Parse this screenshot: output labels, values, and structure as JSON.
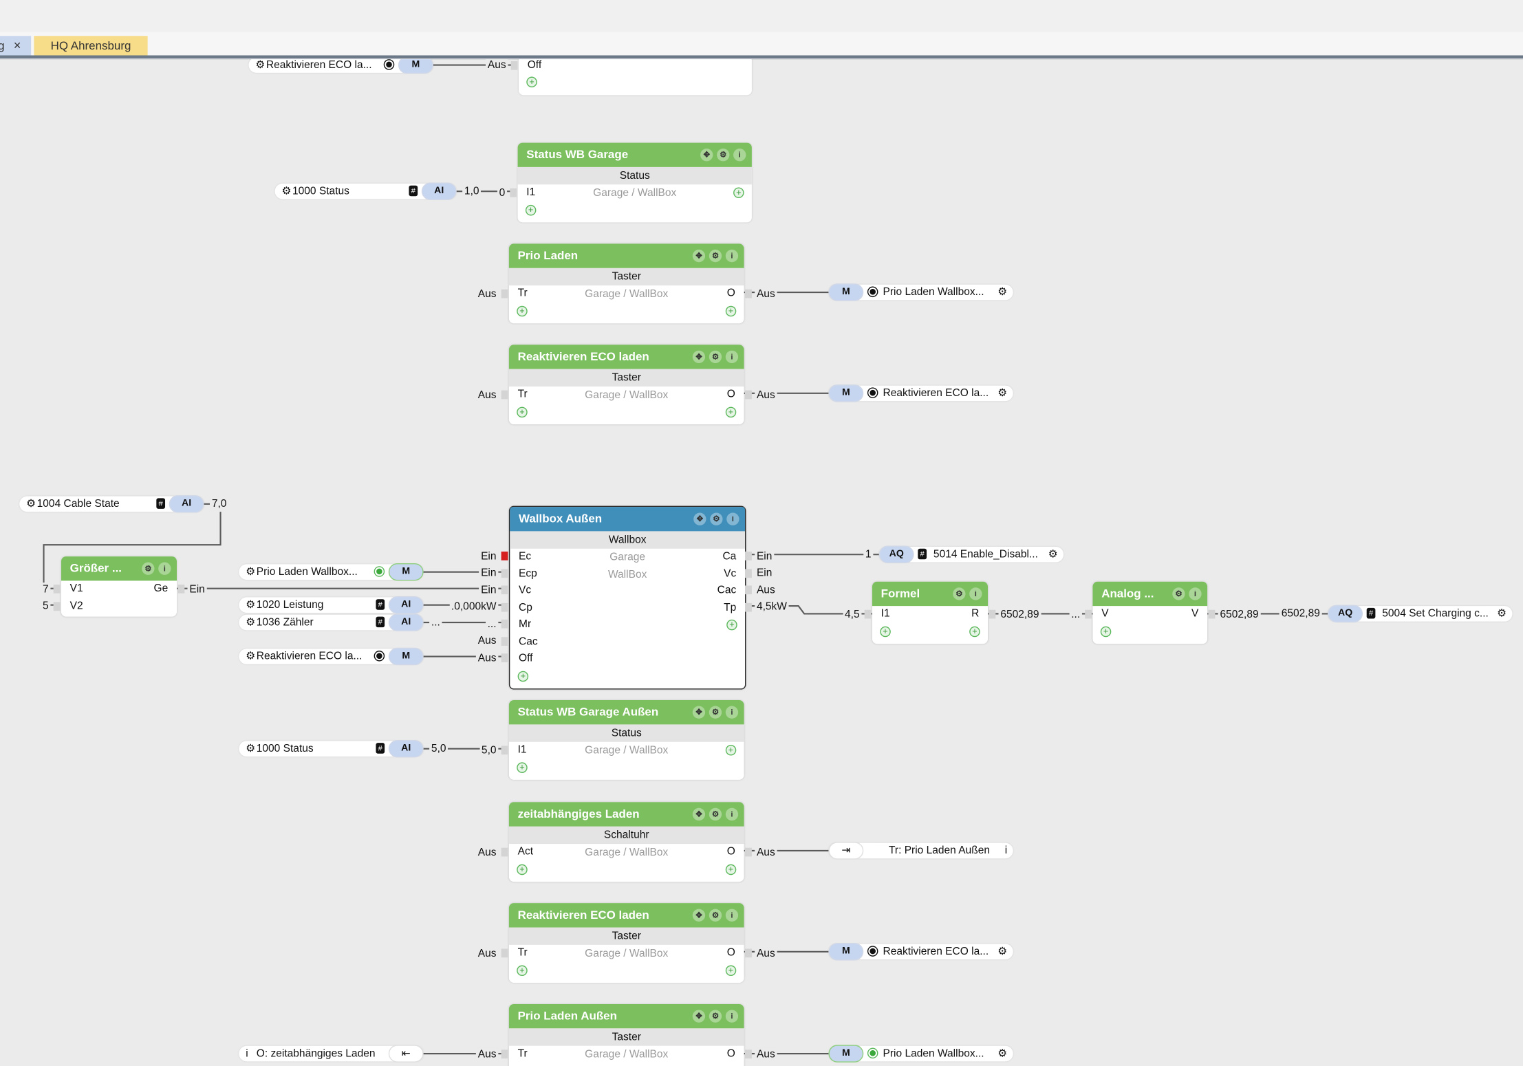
{
  "tabs": [
    {
      "label": "g",
      "close": "×"
    },
    {
      "label": "HQ Ahrensburg"
    }
  ],
  "blocks": [
    {
      "title": "",
      "type": "",
      "center": [],
      "inputs": [
        {
          "name": "Off",
          "value": "Aus"
        }
      ],
      "outputs": []
    },
    {
      "title": "Status WB Garage",
      "type": "Status",
      "center": [
        "Garage / WallBox"
      ],
      "inputs": [
        {
          "name": "I1",
          "value": "0"
        }
      ],
      "outputs": []
    },
    {
      "title": "Prio Laden",
      "type": "Taster",
      "center": [
        "Garage / WallBox"
      ],
      "inputs": [
        {
          "name": "Tr",
          "value": "Aus"
        }
      ],
      "outputs": [
        {
          "name": "O",
          "value": "Aus"
        }
      ]
    },
    {
      "title": "Reaktivieren ECO laden",
      "type": "Taster",
      "center": [
        "Garage / WallBox"
      ],
      "inputs": [
        {
          "name": "Tr",
          "value": "Aus"
        }
      ],
      "outputs": [
        {
          "name": "O",
          "value": "Aus"
        }
      ]
    },
    {
      "title": "Wallbox Außen",
      "type": "Wallbox",
      "center": [
        "Garage",
        "WallBox"
      ],
      "inputs": [
        {
          "name": "Ec",
          "value": "Ein"
        },
        {
          "name": "Ecp",
          "value": "Ein"
        },
        {
          "name": "Vc",
          "value": "Ein"
        },
        {
          "name": "Cp",
          "value": ".0,000kW"
        },
        {
          "name": "Mr",
          "value": "..."
        },
        {
          "name": "Cac",
          "value": "Aus"
        },
        {
          "name": "Off",
          "value": "Aus"
        }
      ],
      "outputs": [
        {
          "name": "Ca",
          "value": "Ein"
        },
        {
          "name": "Vc",
          "value": "Ein"
        },
        {
          "name": "Cac",
          "value": "Aus"
        },
        {
          "name": "Tp",
          "value": "4,5kW"
        }
      ]
    },
    {
      "title": "Status WB Garage Außen",
      "type": "Status",
      "center": [
        "Garage / WallBox"
      ],
      "inputs": [
        {
          "name": "I1",
          "value": "5,0"
        }
      ],
      "outputs": []
    },
    {
      "title": "zeitabhängiges Laden",
      "type": "Schaltuhr",
      "center": [
        "Garage / WallBox"
      ],
      "inputs": [
        {
          "name": "Act",
          "value": "Aus"
        }
      ],
      "outputs": [
        {
          "name": "O",
          "value": "Aus"
        }
      ]
    },
    {
      "title": "Reaktivieren ECO laden",
      "type": "Taster",
      "center": [
        "Garage / WallBox"
      ],
      "inputs": [
        {
          "name": "Tr",
          "value": "Aus"
        }
      ],
      "outputs": [
        {
          "name": "O",
          "value": "Aus"
        }
      ]
    },
    {
      "title": "Prio Laden Außen",
      "type": "Taster",
      "center": [
        "Garage / WallBox"
      ],
      "inputs": [
        {
          "name": "Tr",
          "value": "Aus"
        }
      ],
      "outputs": [
        {
          "name": "O",
          "value": "Aus"
        }
      ]
    },
    {
      "title": "Größer ...",
      "type": "",
      "center": [],
      "inputs": [
        {
          "name": "V1",
          "value": "7"
        },
        {
          "name": "V2",
          "value": "5"
        }
      ],
      "outputs": [
        {
          "name": "Ge",
          "value": "Ein"
        }
      ]
    },
    {
      "title": "Formel",
      "type": "",
      "center": [],
      "inputs": [
        {
          "name": "I1",
          "value": "4,5"
        }
      ],
      "outputs": [
        {
          "name": "R",
          "value": "6502,89"
        }
      ]
    },
    {
      "title": "Analog ...",
      "type": "",
      "center": [],
      "inputs": [
        {
          "name": "V",
          "value": "..."
        }
      ],
      "outputs": [
        {
          "name": "V",
          "value": "6502,89"
        }
      ]
    }
  ],
  "tags": [
    {
      "label": "Reaktivieren ECO la...",
      "badge": "M",
      "indicator": "radio",
      "lead_icon": "gear",
      "value": ""
    },
    {
      "label": "1000 Status",
      "badge": "AI",
      "indicator": "hash",
      "lead_icon": "gear",
      "value": "1,0"
    },
    {
      "label": "Prio Laden Wallbox...",
      "badge": "M",
      "indicator": "radio",
      "lead_icon": "gear",
      "value": ""
    },
    {
      "label": "Reaktivieren ECO la...",
      "badge": "M",
      "indicator": "radio",
      "lead_icon": "gear",
      "value": ""
    },
    {
      "label": "1004 Cable State",
      "badge": "AI",
      "indicator": "hash",
      "lead_icon": "gear",
      "value": "7,0"
    },
    {
      "label": "Prio Laden Wallbox...",
      "badge": "M",
      "indicator": "green",
      "lead_icon": "gear",
      "value": ""
    },
    {
      "label": "1020 Leistung",
      "badge": "AI",
      "indicator": "hash",
      "lead_icon": "gear",
      "value": ""
    },
    {
      "label": "1036 Zähler",
      "badge": "AI",
      "indicator": "hash",
      "lead_icon": "gear",
      "value": "..."
    },
    {
      "label": "Reaktivieren ECO la...",
      "badge": "M",
      "indicator": "radio",
      "lead_icon": "gear",
      "value": ""
    },
    {
      "label": "5014 Enable_Disabl...",
      "badge": "AQ",
      "indicator": "hash",
      "lead_icon": "gear",
      "value": "1"
    },
    {
      "label": "5004 Set Charging c...",
      "badge": "AQ",
      "indicator": "hash",
      "lead_icon": "gear",
      "value": "6502,89"
    },
    {
      "label": "1000 Status",
      "badge": "AI",
      "indicator": "hash",
      "lead_icon": "gear",
      "value": "5,0"
    },
    {
      "label": "Tr: Prio Laden Außen",
      "badge": "",
      "badge_icon": "login-icon",
      "indicator": "info",
      "lead_icon": "info",
      "value": ""
    },
    {
      "label": "Reaktivieren ECO la...",
      "badge": "M",
      "indicator": "radio",
      "lead_icon": "gear",
      "value": ""
    },
    {
      "label": "O: zeitabhängiges Laden",
      "badge": "",
      "badge_icon": "logout-icon",
      "indicator": "info",
      "lead_icon": "info",
      "value": ""
    },
    {
      "label": "Prio Laden Wallbox...",
      "badge": "M",
      "indicator": "green",
      "lead_icon": "gear",
      "value": ""
    }
  ]
}
